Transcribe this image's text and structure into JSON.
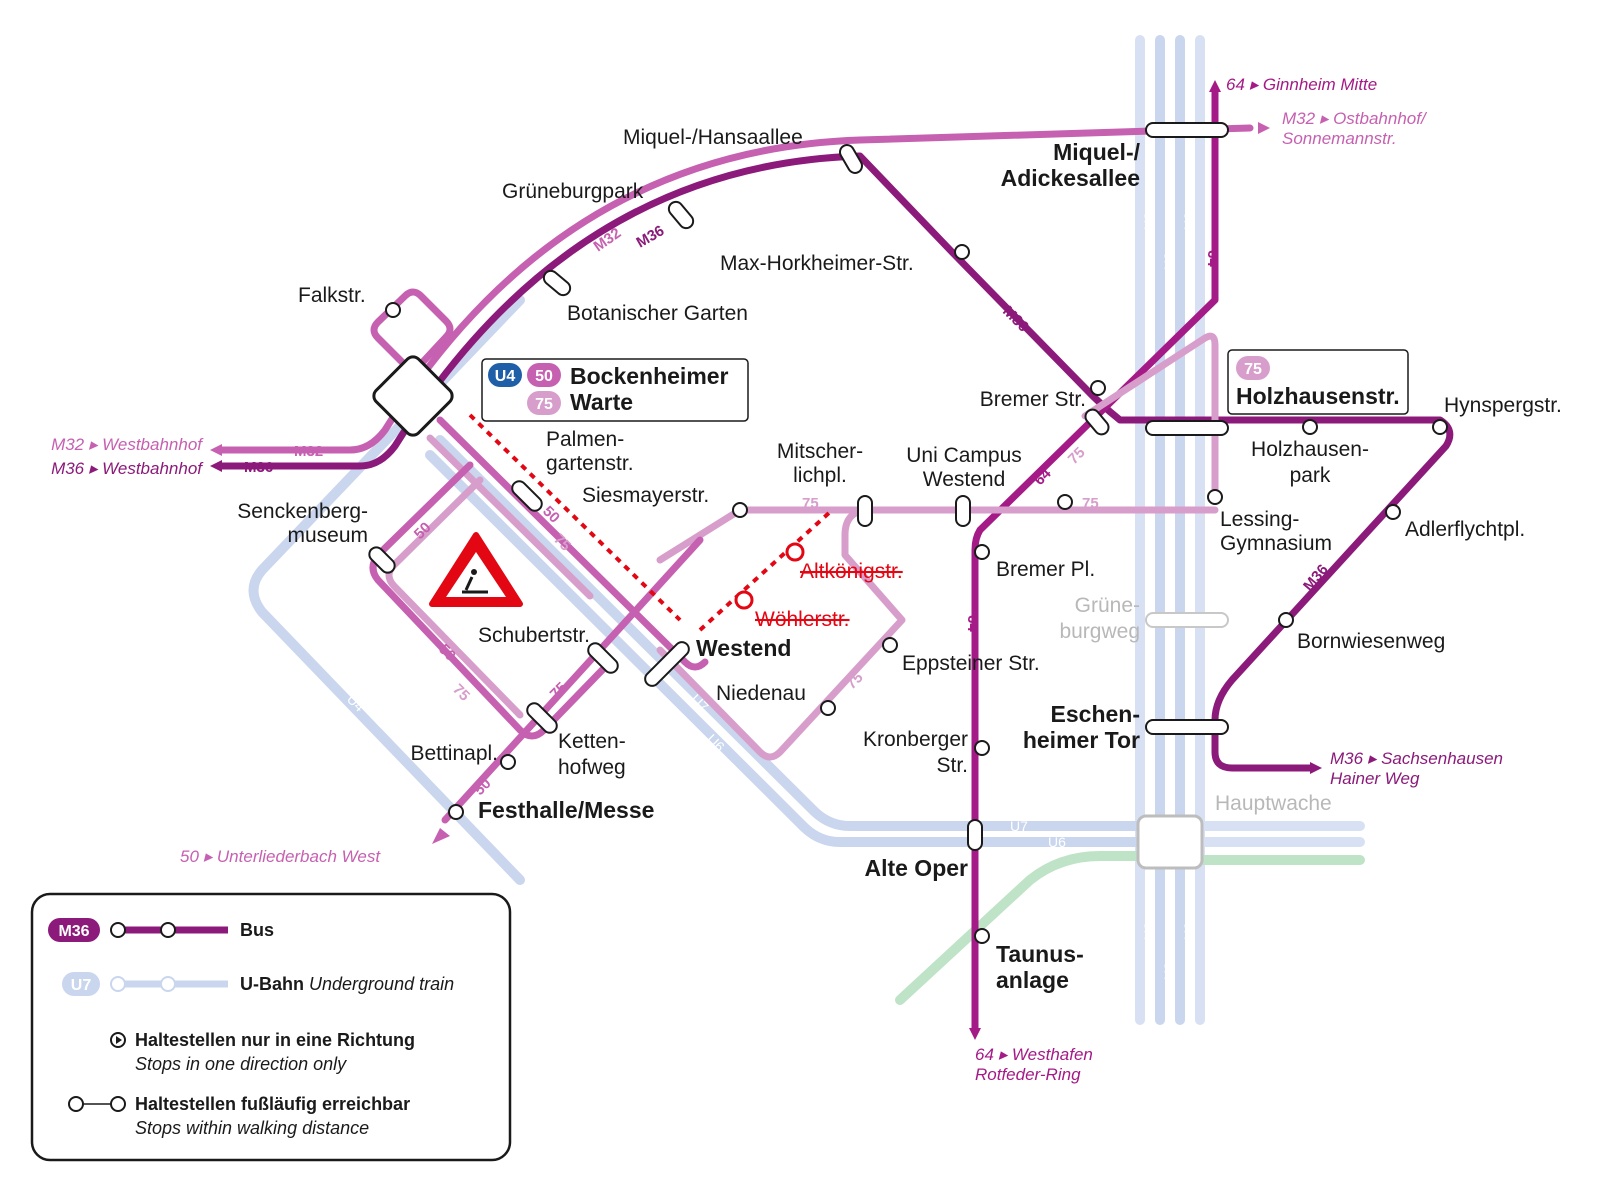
{
  "colors": {
    "m36": "#8b1a7a",
    "m32": "#c660b0",
    "bus_light": "#d79ecb",
    "ubahn": "#c9d6ee",
    "ubahn_dark": "#a9bde3",
    "s_green": "#bfe3c6",
    "u4_badge": "#1f5fa8",
    "closure": "#e30613"
  },
  "icons": {
    "warning": "construction-warning-icon",
    "one_way": "one-direction-stop-icon"
  },
  "destinations": {
    "d64_north_num": "64",
    "d64_north_name": "Ginnheim Mitte",
    "d_m32_east_num": "M32",
    "d_m32_east_name1": "Ostbahnhof/",
    "d_m32_east_name2": "Sonnemannstr.",
    "d_m32_west_num": "M32",
    "d_m32_west_name": "Westbahnhof",
    "d_m36_west_num": "M36",
    "d_m36_west_name": "Westbahnhof",
    "d_m36_south_num": "M36",
    "d_m36_south_name1": "Sachsenhausen",
    "d_m36_south_name2": "Hainer Weg",
    "d_50_num": "50",
    "d_50_name": "Unterliederbach West",
    "d_64_south_num": "64",
    "d_64_south_name1": "Westhafen",
    "d_64_south_name2": "Rotfeder-Ring"
  },
  "stops": {
    "miquel_hansaallee": "Miquel-/Hansaallee",
    "grueneburgpark": "Grüneburgpark",
    "max_horkheimer": "Max-Horkheimer-Str.",
    "botanischer_garten": "Botanischer Garten",
    "falkstr": "Falkstr.",
    "miquel_adickes_1": "Miquel-/",
    "miquel_adickes_2": "Adickesallee",
    "bockenheimer_1": "Bockenheimer",
    "bockenheimer_2": "Warte",
    "palmengarten_1": "Palmen-",
    "palmengarten_2": "gartenstr.",
    "senckenberg_1": "Senckenberg-",
    "senckenberg_2": "museum",
    "siesmayer": "Siesmayerstr.",
    "mitscherlich_1": "Mitscher-",
    "mitscherlich_2": "lichpl.",
    "uni_campus_1": "Uni Campus",
    "uni_campus_2": "Westend",
    "bremer_str": "Bremer Str.",
    "holzhausenstr": "Holzhausenstr.",
    "hynspergstr": "Hynspergstr.",
    "holzhausenpark_1": "Holzhausen-",
    "holzhausenpark_2": "park",
    "lessing_1": "Lessing-",
    "lessing_2": "Gymnasium",
    "adlerflycht": "Adlerflychtpl.",
    "bremer_pl": "Bremer Pl.",
    "altkoenig": "Altkönigstr.",
    "woehler": "Wöhlerstr.",
    "grueneburgweg_1": "Grüne-",
    "grueneburgweg_2": "burgweg",
    "schubert": "Schubertstr.",
    "westend": "Westend",
    "eppsteiner": "Eppsteiner Str.",
    "bornwiesen": "Bornwiesenweg",
    "niedenau": "Niedenau",
    "eschenheimer_1": "Eschen-",
    "eschenheimer_2": "heimer Tor",
    "kettenhof_1": "Ketten-",
    "kettenhof_2": "hofweg",
    "kronberger_1": "Kronberger",
    "kronberger_2": "Str.",
    "bettinapl": "Bettinapl.",
    "festhalle": "Festhalle/Messe",
    "hauptwache": "Hauptwache",
    "alte_oper": "Alte Oper",
    "taunusanlage_1": "Taunus-",
    "taunusanlage_2": "anlage"
  },
  "badges": {
    "u4": "U4",
    "l50": "50",
    "l75": "75",
    "l75b": "75"
  },
  "line_labels": {
    "m32_arc": "M32",
    "m36_arc": "M36",
    "m32_west": "M32",
    "m36_west": "M36",
    "m36_diag": "M36",
    "m36_east": "M36",
    "l64_north": "64",
    "l64_diag": "64",
    "l64_south": "64",
    "l75_diag": "75",
    "l75_top1": "75",
    "l75_top2": "75",
    "l75_a": "75",
    "l75_b": "75",
    "l75_c": "75",
    "l75_d": "75",
    "l50_a": "50",
    "l50_b": "50",
    "l50_c": "50",
    "l50_d": "50",
    "u1a": "U1",
    "u8a": "U8",
    "u3a": "U3",
    "u2a": "U2",
    "u1b": "U1",
    "u8b": "U8",
    "u3b": "U3",
    "u2b": "U2",
    "u4": "U4",
    "u7a": "U7",
    "u6a": "U6",
    "u7b": "U7",
    "u6b": "U6"
  },
  "legend": {
    "bus_badge": "M36",
    "bus": "Bus",
    "ubahn_badge": "U7",
    "ubahn": "U-Bahn",
    "ubahn_en": "Underground train",
    "oneway_de": "Haltestellen nur in eine Richtung",
    "oneway_en": "Stops in one direction only",
    "walk_de": "Haltestellen fußläufig erreichbar",
    "walk_en": "Stops within walking distance"
  }
}
